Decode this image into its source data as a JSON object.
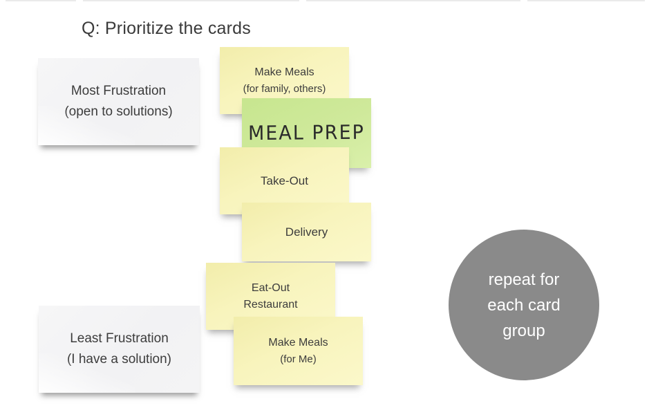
{
  "board": {
    "title": "Q: Prioritize the cards"
  },
  "colors": {
    "background": "#ffffff",
    "sticky_yellow": "#f8f4bd",
    "sticky_green": "#cfe99b",
    "sticky_white": "#f3f3f4",
    "circle_gray": "#8a8a8a",
    "circle_text": "#ffffff",
    "note_text": "#3c3c3c",
    "title_text": "#3a3a3a"
  },
  "scale_labels": {
    "most": {
      "line1": "Most Frustration",
      "line2": "(open to solutions)"
    },
    "least": {
      "line1": "Least Frustration",
      "line2": "(I have a solution)"
    }
  },
  "cards": {
    "make_meals_family": {
      "line1": "Make Meals",
      "line2": "(for family, others)"
    },
    "meal_prep": {
      "line1": "MEAL PREP"
    },
    "take_out": {
      "line1": "Take-Out"
    },
    "delivery": {
      "line1": "Delivery"
    },
    "eat_out": {
      "line1": "Eat-Out",
      "line2": "Restaurant"
    },
    "make_meals_me": {
      "line1": "Make Meals",
      "line2": "(for Me)"
    }
  },
  "annotation": {
    "line1": "repeat for",
    "line2": "each card",
    "line3": "group"
  }
}
